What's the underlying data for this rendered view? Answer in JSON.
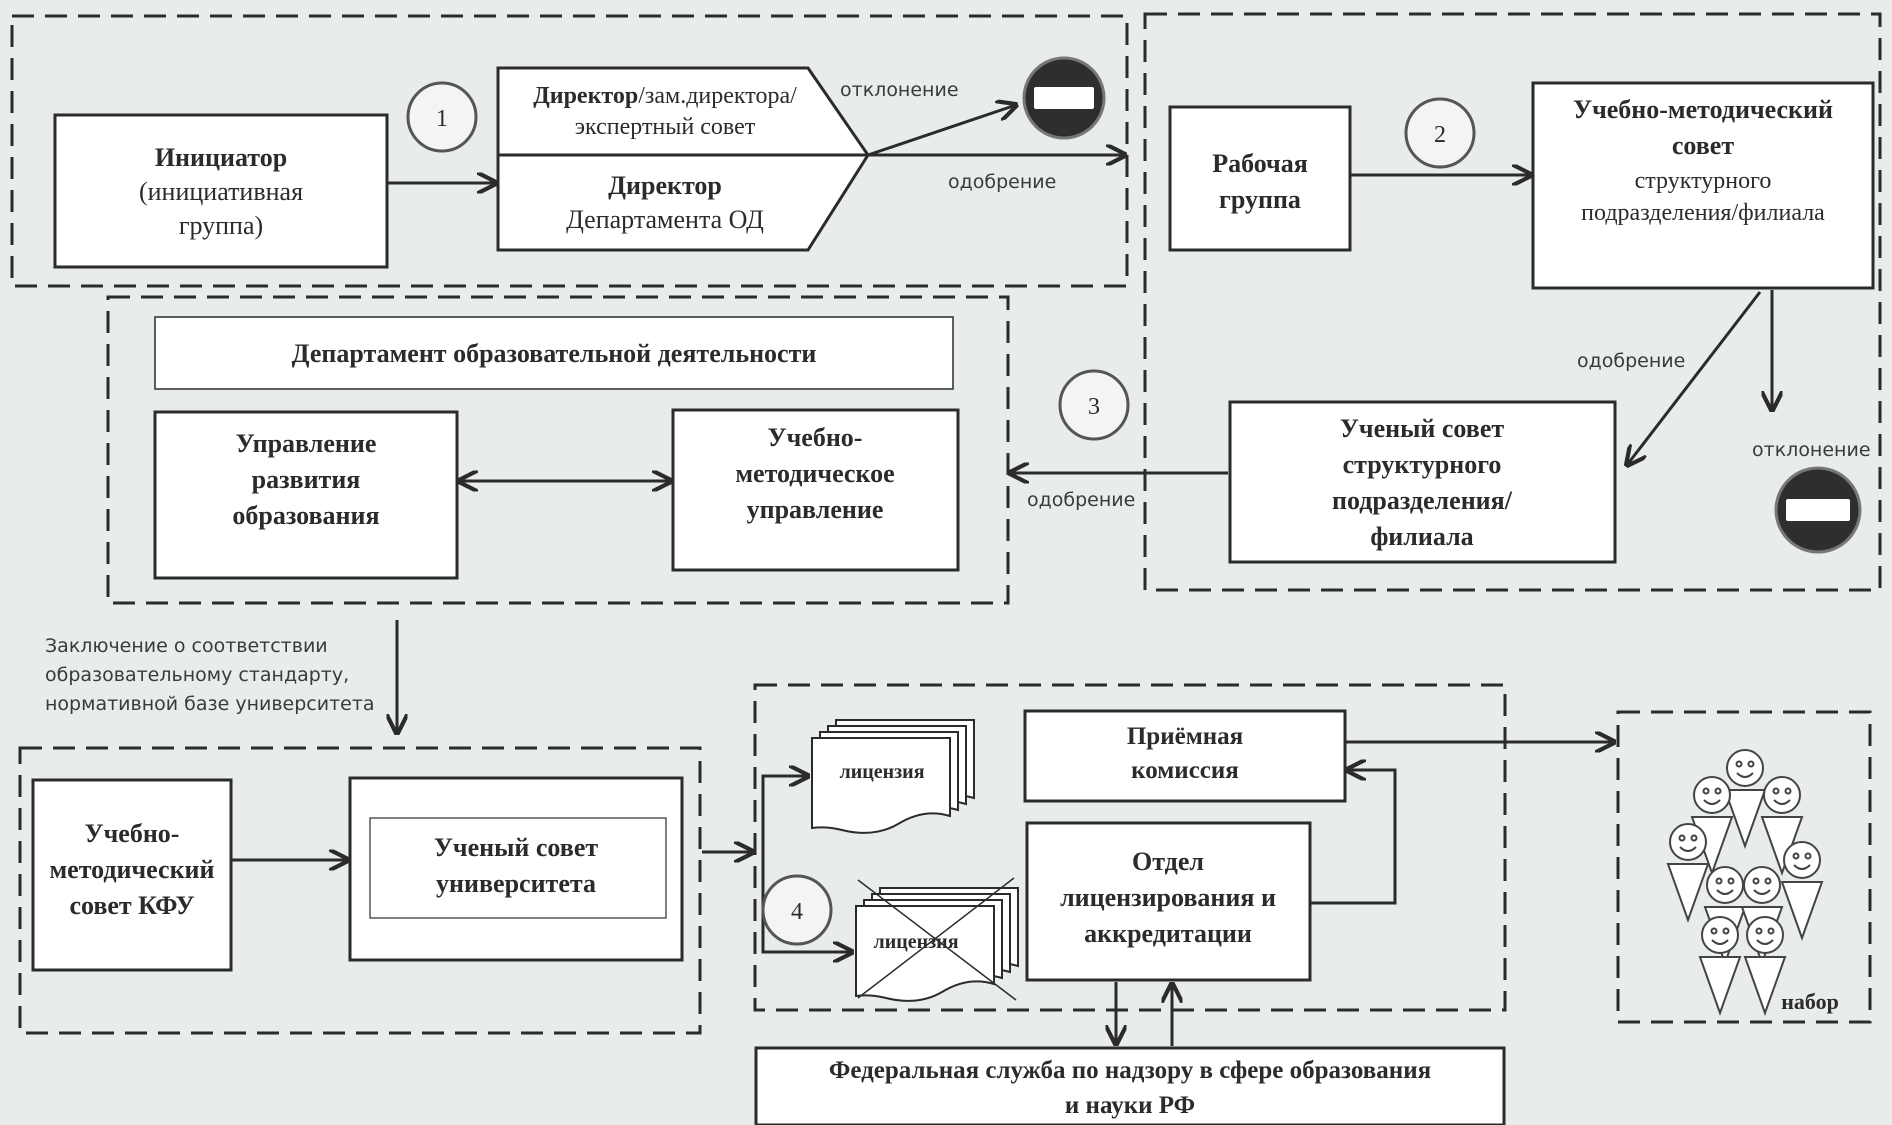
{
  "initiator": {
    "title": "Инициатор",
    "line1": "(инициативная",
    "line2": "группа)"
  },
  "director": {
    "bold": "Директор",
    "rest": "/зам.директора/",
    "line2": "экспертный совет"
  },
  "director_dept": {
    "title": "Директор",
    "line2": "Департамента ОД"
  },
  "working_group": {
    "line1": "Рабочая",
    "line2": "группа"
  },
  "umc_sub": {
    "line1": "Учебно-методический",
    "line2": "совет",
    "line3": "структурного",
    "line4": "подразделения/филиала"
  },
  "academic_council_sub": {
    "line1": "Ученый совет",
    "line2": "структурного",
    "line3": "подразделения/",
    "line4": "филиала"
  },
  "dept_od": {
    "title": "Департамент образовательной деятельности"
  },
  "upr_razv": {
    "line1": "Управление",
    "line2": "развития",
    "line3": "образования"
  },
  "umu": {
    "line1": "Учебно-",
    "line2": "методическое",
    "line3": "управление"
  },
  "umc_kfu": {
    "line1": "Учебно-",
    "line2": "методический",
    "line3": "совет КФУ"
  },
  "academic_council_univ": {
    "line1": "Ученый совет",
    "line2": "университета"
  },
  "license": {
    "label": "лицензия",
    "label_crossed": "лицензия"
  },
  "admission": {
    "line1": "Приёмная",
    "line2": "комиссия"
  },
  "licensing_dept": {
    "line1": "Отдел",
    "line2": "лицензирования и",
    "line3": "аккредитации"
  },
  "federal": {
    "line1": "Федеральная служба по надзору в сфере образования",
    "line2": "и науки РФ"
  },
  "conclusion": {
    "line1": "Заключение о соответствии",
    "line2": "образовательному стандарту,",
    "line3": "нормативной базе университета"
  },
  "labels": {
    "rejection": "отклонение",
    "approval": "одобрение",
    "enrollment": "набор"
  },
  "steps": [
    "1",
    "2",
    "3",
    "4"
  ],
  "colors": {
    "line": "#2b2b2b",
    "box_fill": "#ffffff",
    "stop_fill": "#2e2e30",
    "bg": "#e8ecec",
    "circle_fill": "#f4f4f4"
  }
}
